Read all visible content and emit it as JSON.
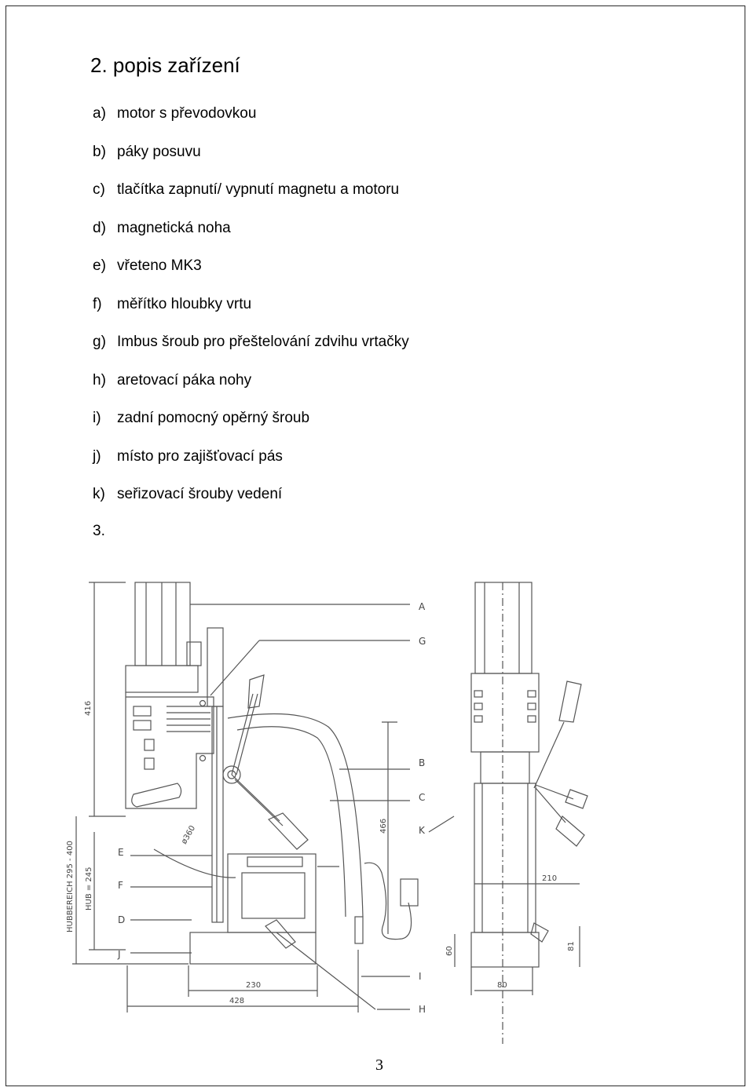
{
  "heading": "2. popis zařízení",
  "items": [
    {
      "mark": "a)",
      "text": "motor s převodovkou"
    },
    {
      "mark": "b)",
      "text": "páky posuvu"
    },
    {
      "mark": "c)",
      "text": "tlačítka zapnutí/ vypnutí magnetu a motoru"
    },
    {
      "mark": "d)",
      "text": "magnetická noha"
    },
    {
      "mark": "e)",
      "text": "vřeteno MK3"
    },
    {
      "mark": "f)",
      "text": "měřítko hloubky vrtu"
    },
    {
      "mark": "g)",
      "text": "Imbus šroub pro přeštelování zdvihu vrtačky"
    },
    {
      "mark": "h)",
      "text": "aretovací páka nohy"
    },
    {
      "mark": "i)",
      "text": "zadní pomocný opěrný šroub"
    },
    {
      "mark": "j)",
      "text": "místo pro zajišťovací pás"
    },
    {
      "mark": "k)",
      "text": "seřizovací šrouby vedení"
    }
  ],
  "section_3": "3.",
  "drawing": {
    "callouts": [
      "A",
      "G",
      "B",
      "C",
      "K",
      "E",
      "F",
      "D",
      "J",
      "I",
      "H"
    ],
    "dimensions": {
      "height_total": "416",
      "stroke_range": "HUBBEREICH 295 - 400",
      "stroke": "HUB = 245",
      "diameter": "ø360",
      "column_height": "466",
      "width_base": "230",
      "length_total": "428",
      "side_width": "210",
      "side_base": "80",
      "base_height": "60",
      "handle_height": "81"
    }
  },
  "page_number": "3"
}
